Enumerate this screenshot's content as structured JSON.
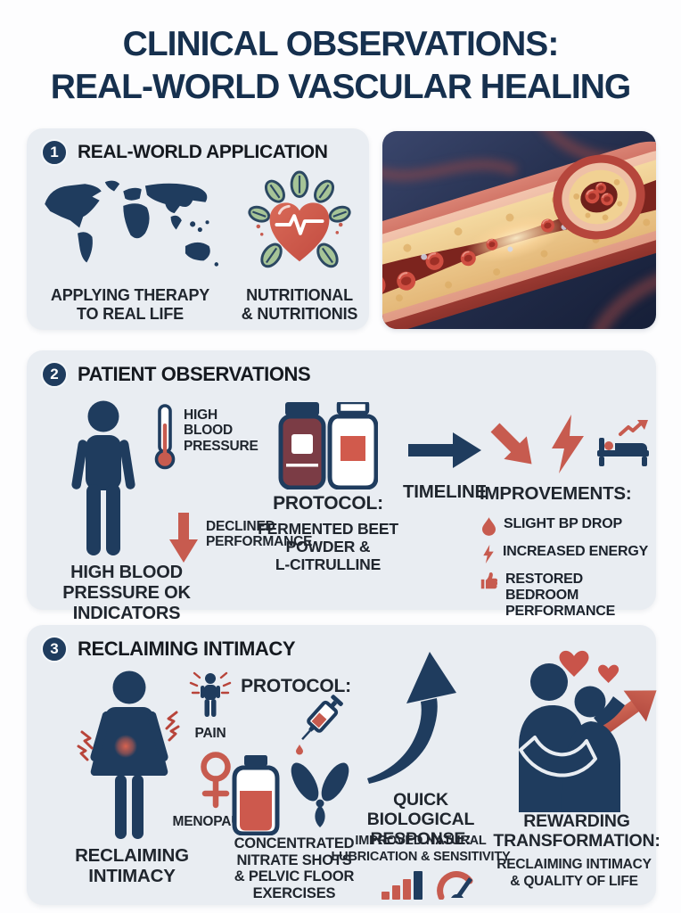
{
  "title": {
    "line1": "CLINICAL OBSERVATIONS:",
    "line2": "REAL-WORLD VASCULAR HEALING"
  },
  "colors": {
    "navy": "#1f3c5e",
    "title_navy": "#16304e",
    "accent_red": "#c75b4f",
    "leaf_green": "#a6c497",
    "card_bg": "#e9edf2",
    "maroon_bottle": "#7b3c45"
  },
  "section1": {
    "number": "1",
    "heading": "REAL-WORLD APPLICATION",
    "map_label": "APPLYING THERAPY\nTO REAL LIFE",
    "heart_label": "NUTRITIONAL\n& NUTRITIONIS"
  },
  "section2": {
    "number": "2",
    "heading": "PATIENT OBSERVATIONS",
    "symptom_bp": "HIGH\nBLOOD\nPRESSURE",
    "symptom_perf": "DECLINED\nPERFORMANCE",
    "patient_label": "HIGH BLOOD\nPRESSURE OK\nINDICATORS",
    "protocol_heading": "PROTOCOL:",
    "protocol_detail": "FERMENTED BEET\nPOWDER &\nL-CITRULLINE",
    "timeline_label": "TIMELINE",
    "improvements_heading": "IMPROVEMENTS:",
    "improvements": [
      {
        "icon": "drop-icon",
        "label": "SLIGHT BP DROP"
      },
      {
        "icon": "bolt-icon",
        "label": "INCREASED ENERGY"
      },
      {
        "icon": "thumb-up-icon",
        "label": "RESTORED BEDROOM\nPERFORMANCE"
      }
    ]
  },
  "section3": {
    "number": "3",
    "heading": "RECLAIMING INTIMACY",
    "pain_label": "PAIN",
    "menopause_label": "MENOPAUSE",
    "patient_label": "RECLAIMING\nINTIMACY",
    "protocol_heading": "PROTOCOL:",
    "protocol_detail": "CONCENTRATED\nNITRATE SHOTS\n& PELVIC FLOOR\nEXERCISES",
    "response_heading": "QUICK BIOLOGICAL\nRESPONSE:",
    "response_detail": "IMPROVED NATURAL\nLUBRICATION & SENSITIVITY",
    "transform_heading": "REWARDING\nTRANSFORMATION:",
    "transform_detail": "RECLAIMING INTIMACY\n& QUALITY OF LIFE"
  }
}
